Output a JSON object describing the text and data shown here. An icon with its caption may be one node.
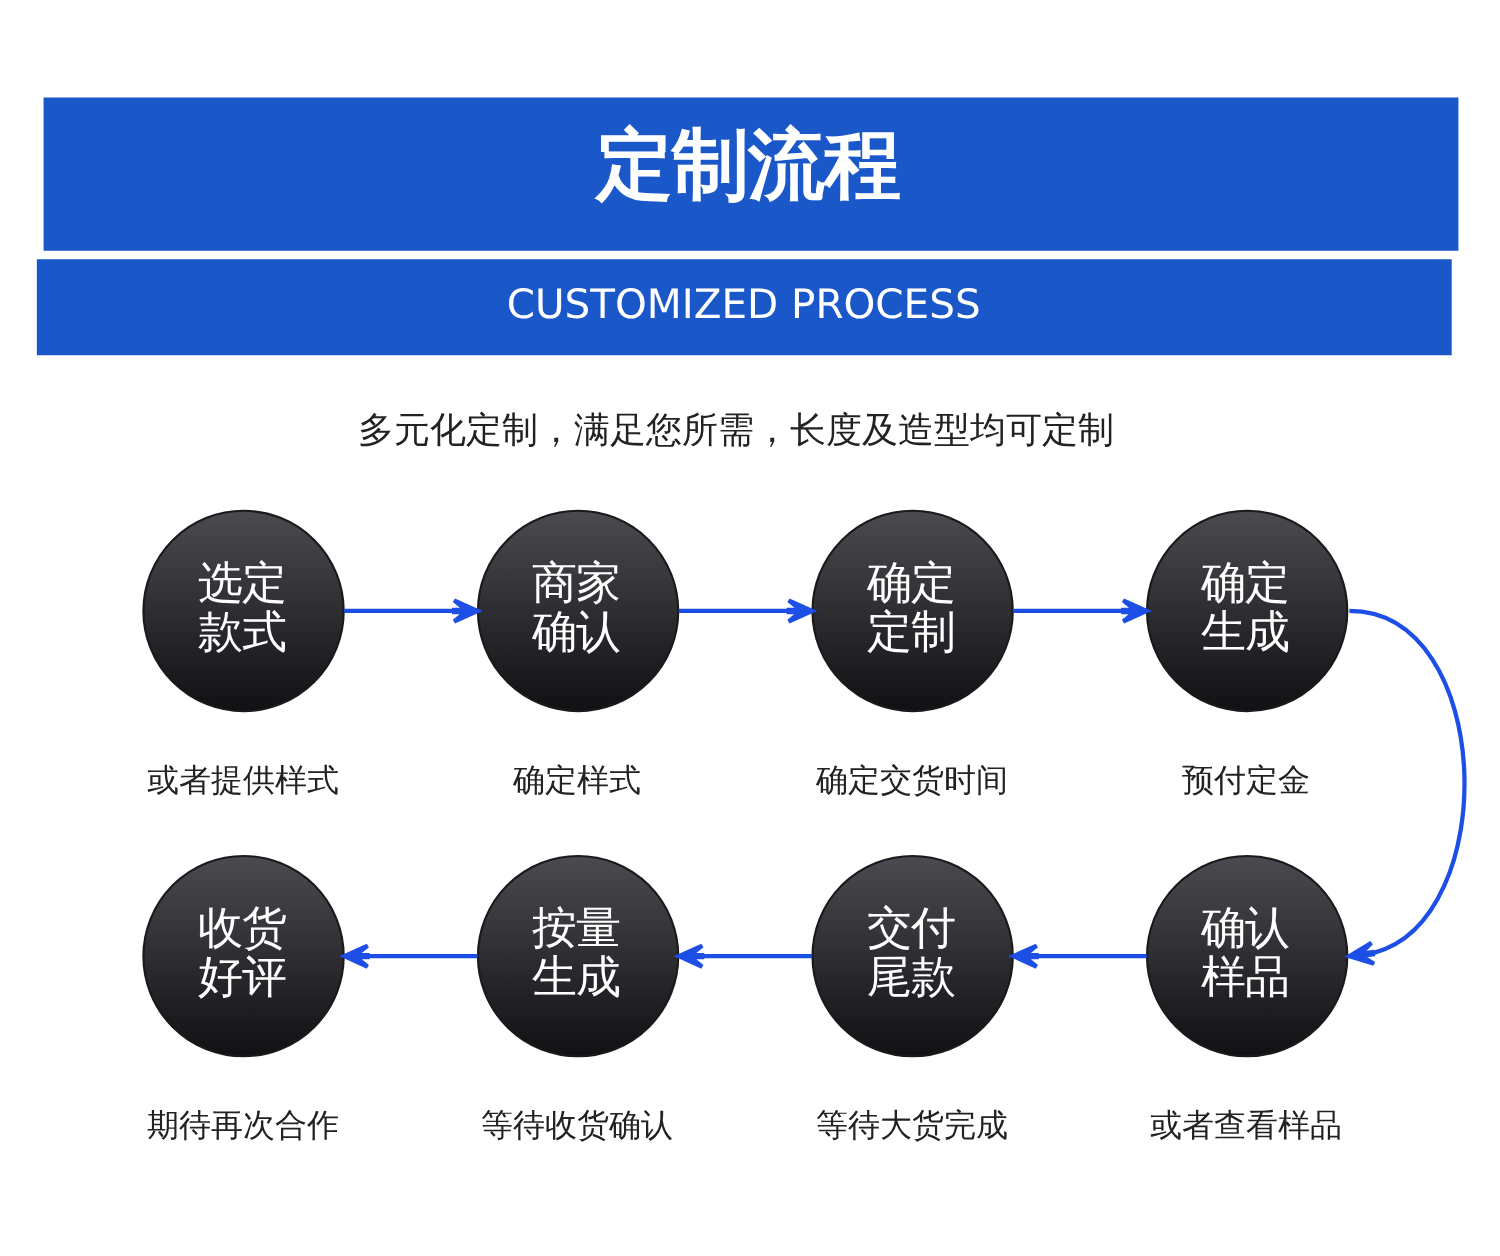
{
  "diagram": {
    "title": "定制流程",
    "nodes": [
      {
        "text": [
          "选定款式"
        ],
        "beside": [
          "或者提供样式"
        ]
      },
      {
        "text": [
          "商家确认"
        ],
        "beside": [
          "确定样式"
        ]
      },
      {
        "text": [
          "确定定制"
        ],
        "beside": [
          "确定交货时间"
        ]
      },
      {
        "text": [
          "确定生成"
        ],
        "beside": [
          "预付定金"
        ]
      },
      {
        "text": [
          "确认样品"
        ],
        "beside": [
          "或者查看样品"
        ]
      },
      {
        "text": [
          "交付尾款"
        ],
        "beside": [
          "等待大货完成"
        ]
      },
      {
        "text": [
          "按量生成"
        ],
        "beside": [
          "等待收货确认"
        ]
      },
      {
        "text": [
          "收货好评"
        ],
        "beside": [
          "期待再次合作"
        ]
      }
    ],
    "edges": [
      {
        "from": 0,
        "to": 1,
        "arrow": "to"
      },
      {
        "from": 1,
        "to": 2,
        "arrow": "to"
      },
      {
        "from": 2,
        "to": 3,
        "arrow": "to"
      },
      {
        "from": 3,
        "to": 4,
        "arrow": "to"
      },
      {
        "from": 4,
        "to": 5,
        "arrow": "to"
      },
      {
        "from": 5,
        "to": 6,
        "arrow": "to"
      },
      {
        "from": 6,
        "to": 7,
        "arrow": "to"
      }
    ],
    "labels": [
      "CUSTOMIZED PROCESS",
      "多元化定制，满足您所需，长度及造型均可定制"
    ]
  }
}
